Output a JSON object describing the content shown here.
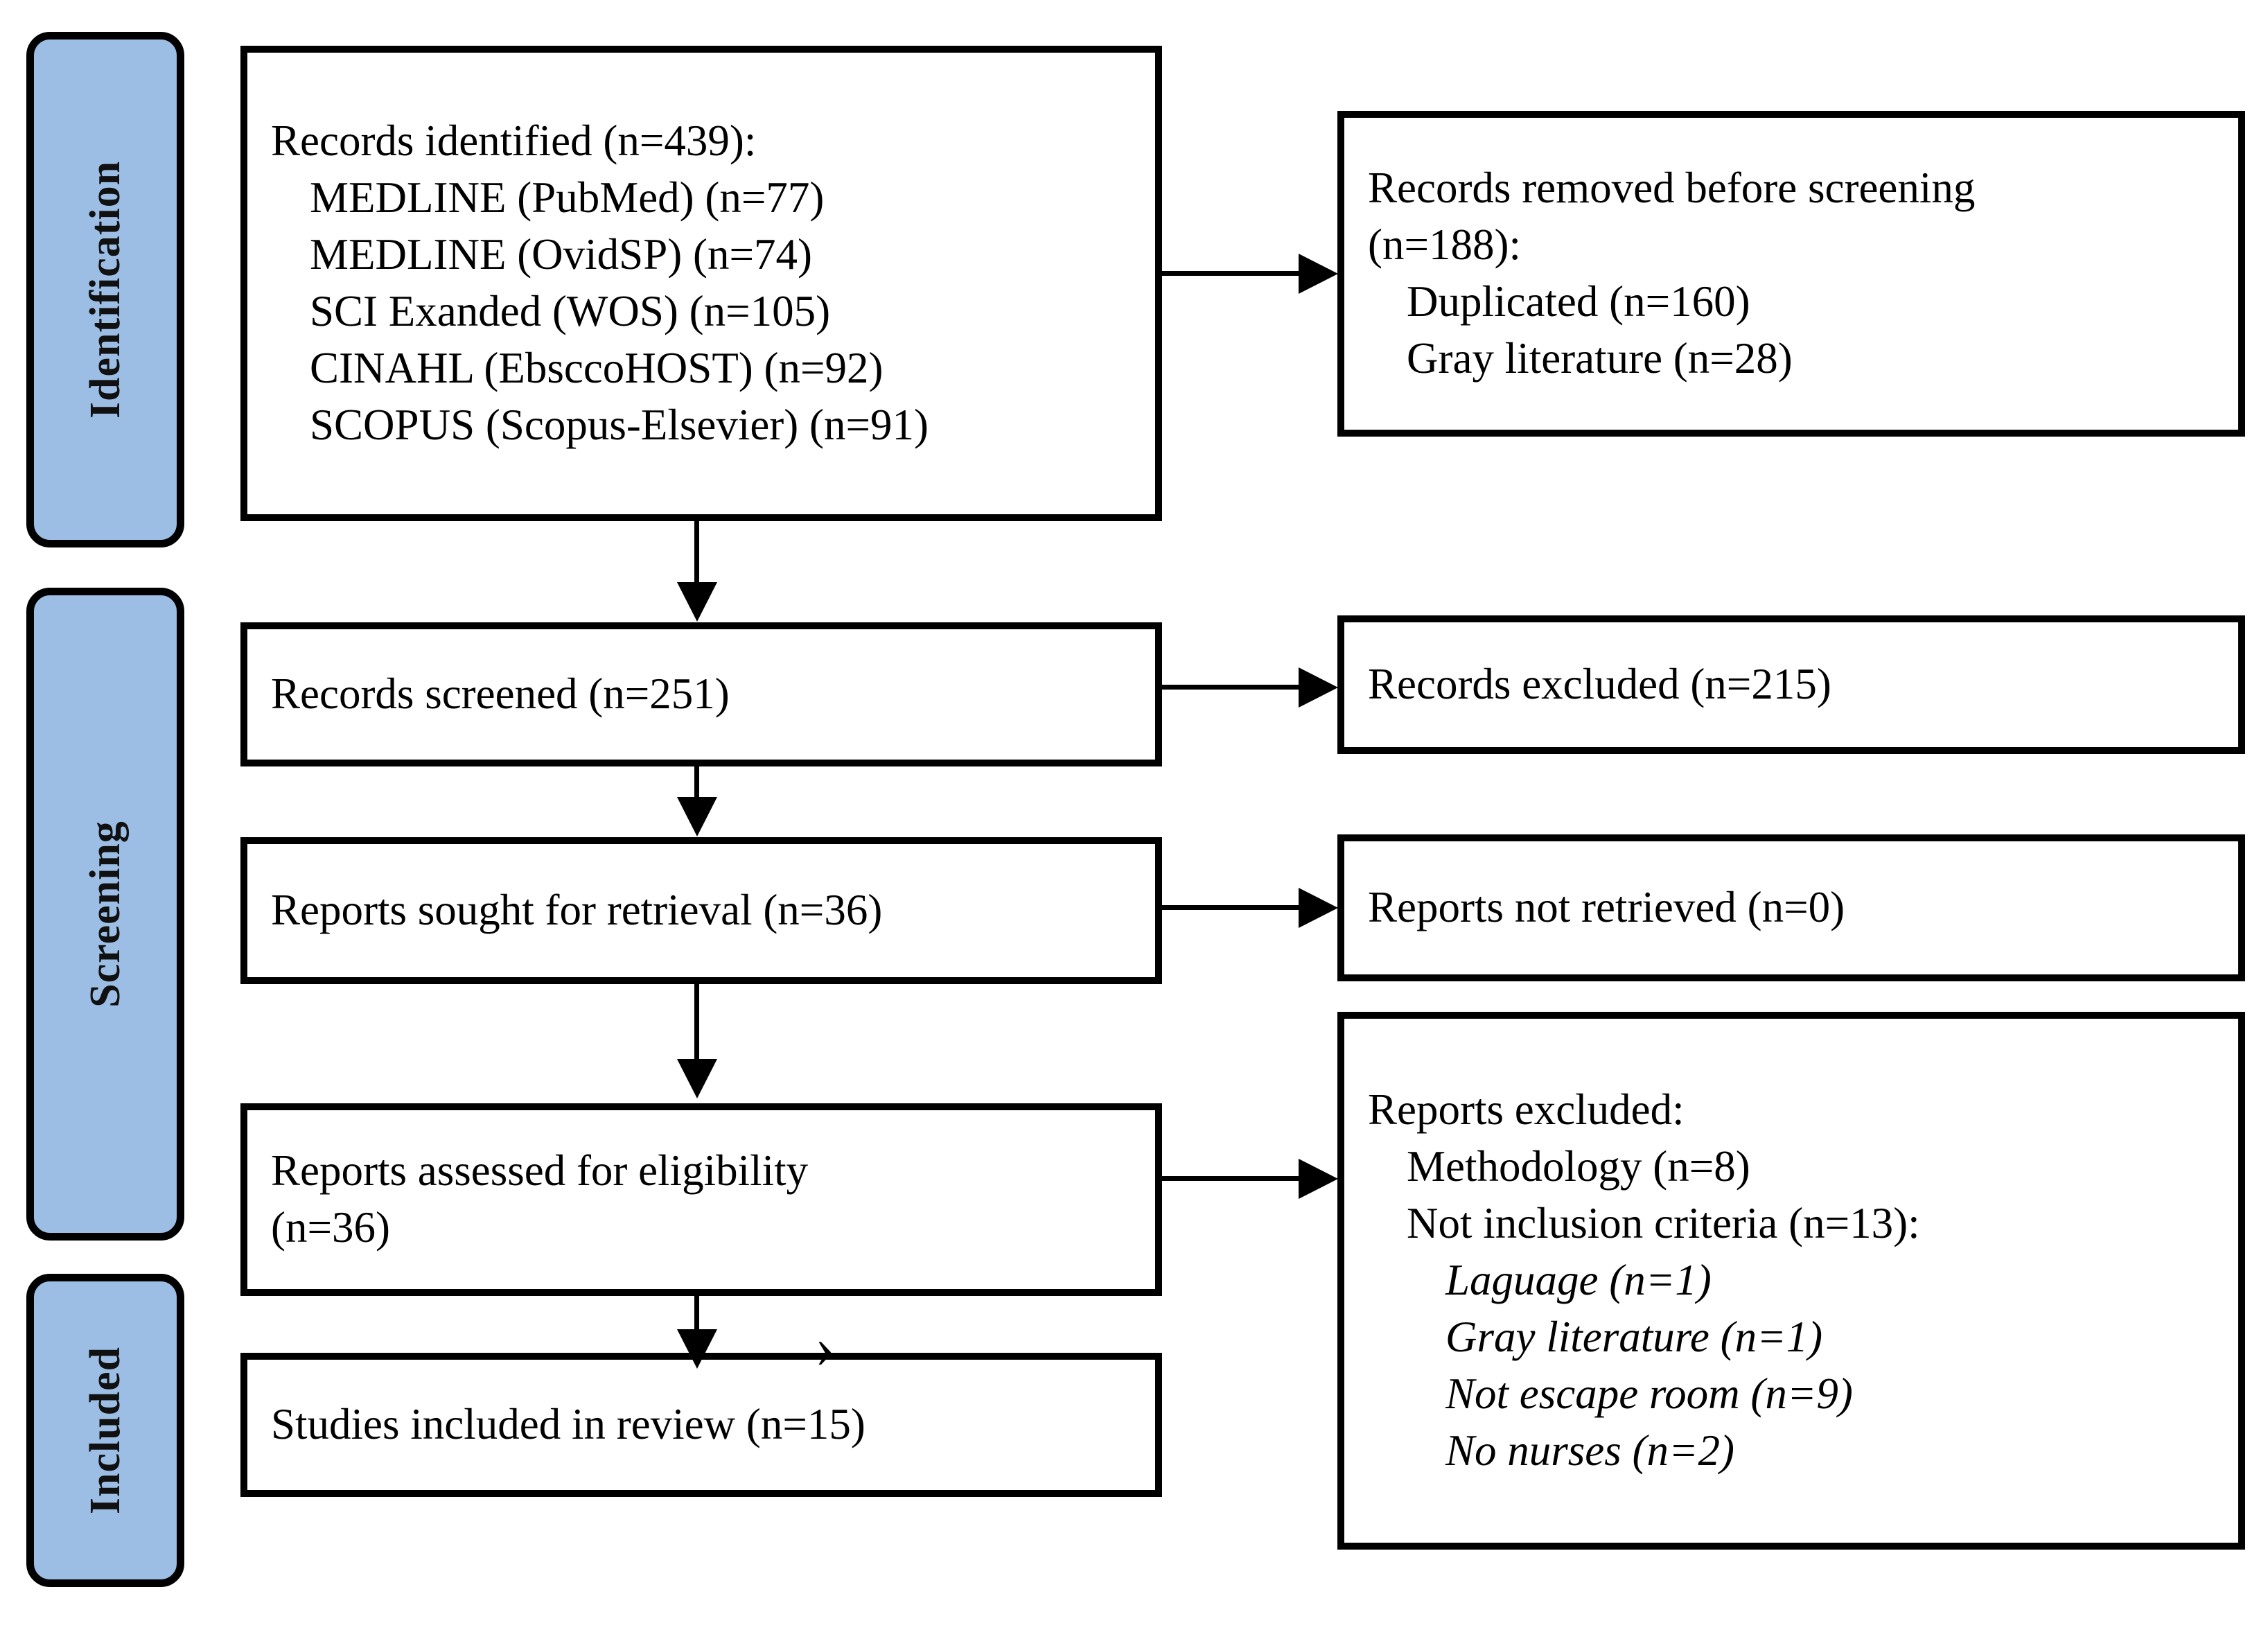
{
  "diagram": {
    "title": "PRISMA flow diagram",
    "accent_color": "#9CBEE5",
    "border_color": "#000000",
    "background_color": "#FFFFFF"
  },
  "stages": [
    {
      "id": "identification",
      "label": "Identification"
    },
    {
      "id": "screening",
      "label": "Screening"
    },
    {
      "id": "included",
      "label": "Included"
    }
  ],
  "boxes": {
    "records_identified": {
      "lines": [
        {
          "text": "Records identified (n=439):",
          "indent": 0,
          "italic": false
        },
        {
          "text": "MEDLINE (PubMed) (n=77)",
          "indent": 1,
          "italic": false
        },
        {
          "text": "MEDLINE (OvidSP) (n=74)",
          "indent": 1,
          "italic": false
        },
        {
          "text": "SCI Exanded (WOS) (n=105)",
          "indent": 1,
          "italic": false
        },
        {
          "text": "CINAHL (EbsccoHOST) (n=92)",
          "indent": 1,
          "italic": false
        },
        {
          "text": "SCOPUS (Scopus-Elsevier) (n=91)",
          "indent": 1,
          "italic": false
        }
      ]
    },
    "records_removed": {
      "lines": [
        {
          "text": "Records removed before screening",
          "indent": 0,
          "italic": false
        },
        {
          "text": "(n=188):",
          "indent": 0,
          "italic": false
        },
        {
          "text": "Duplicated (n=160)",
          "indent": 1,
          "italic": false
        },
        {
          "text": "Gray literature (n=28)",
          "indent": 1,
          "italic": false
        }
      ]
    },
    "records_screened": {
      "lines": [
        {
          "text": "Records screened (n=251)",
          "indent": 0,
          "italic": false
        }
      ]
    },
    "records_excluded": {
      "lines": [
        {
          "text": "Records excluded (n=215)",
          "indent": 0,
          "italic": false
        }
      ]
    },
    "reports_sought": {
      "lines": [
        {
          "text": "Reports sought for retrieval (n=36)",
          "indent": 0,
          "italic": false
        }
      ]
    },
    "reports_not_retrieved": {
      "lines": [
        {
          "text": "Reports not retrieved (n=0)",
          "indent": 0,
          "italic": false
        }
      ]
    },
    "reports_assessed": {
      "lines": [
        {
          "text": "Reports assessed for eligibility",
          "indent": 0,
          "italic": false
        },
        {
          "text": "(n=36)",
          "indent": 0,
          "italic": false
        }
      ]
    },
    "reports_excluded": {
      "lines": [
        {
          "text": "Reports excluded:",
          "indent": 0,
          "italic": false
        },
        {
          "text": "Methodology (n=8)",
          "indent": 1,
          "italic": false
        },
        {
          "text": "Not inclusion criteria (n=13):",
          "indent": 1,
          "italic": false
        },
        {
          "text": "Laguage (n=1)",
          "indent": 2,
          "italic": true
        },
        {
          "text": "Gray literature (n=1)",
          "indent": 2,
          "italic": true
        },
        {
          "text": "Not escape room (n=9)",
          "indent": 2,
          "italic": true
        },
        {
          "text": "No nurses (n=2)",
          "indent": 2,
          "italic": true
        }
      ]
    },
    "studies_included": {
      "lines": [
        {
          "text": "Studies included in review (n=15)",
          "indent": 0,
          "italic": false
        }
      ]
    }
  },
  "flow_counts": {
    "identified_total": 439,
    "medline_pubmed": 77,
    "medline_ovidsp": 74,
    "sci_expanded_wos": 105,
    "cinahl_ebscohost": 92,
    "scopus_elsevier": 91,
    "removed_before_screening": 188,
    "duplicated": 160,
    "gray_literature_removed": 28,
    "screened": 251,
    "excluded_at_screening": 215,
    "sought_for_retrieval": 36,
    "not_retrieved": 0,
    "assessed_for_eligibility": 36,
    "excluded_methodology": 8,
    "excluded_not_inclusion_criteria": 13,
    "excluded_language": 1,
    "excluded_gray_literature": 1,
    "excluded_not_escape_room": 9,
    "excluded_no_nurses": 2,
    "studies_included": 15
  }
}
